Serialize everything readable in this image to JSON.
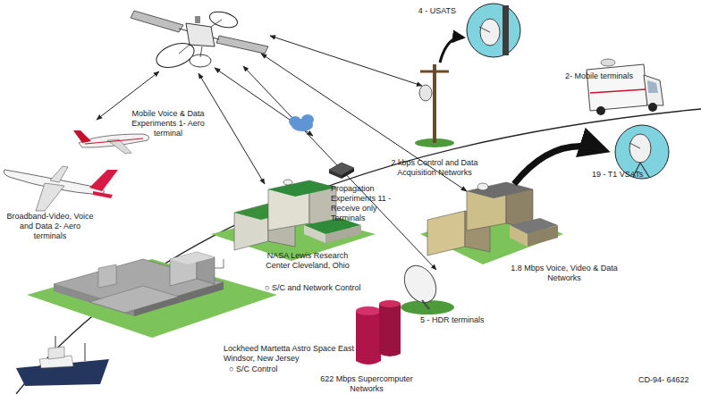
{
  "diagram": {
    "labels": [
      "Mobile Voice & Data Experiments 1- Aero terminal",
      "Broadband-Video, Voice and Data 2- Aero terminals",
      "Propagation Experiments 11 - Receive only Terminals",
      "4 - USATS",
      "2- Mobile terminals",
      "2 kbps Control and Data Acquisition Networks",
      "19 - T1 VSATs",
      "NASA Lewis Research Center Cleveland, Ohio",
      "○ S/C and Network Control",
      "1.8 Mbps Voice, Video & Data Networks",
      "5 - HDR terminals",
      "Lockheed Martetta Astro Space East Windsor, New Jersey",
      "○ S/C Control",
      "622 Mbps Supercomputer Networks",
      "CD-94- 64622"
    ]
  }
}
